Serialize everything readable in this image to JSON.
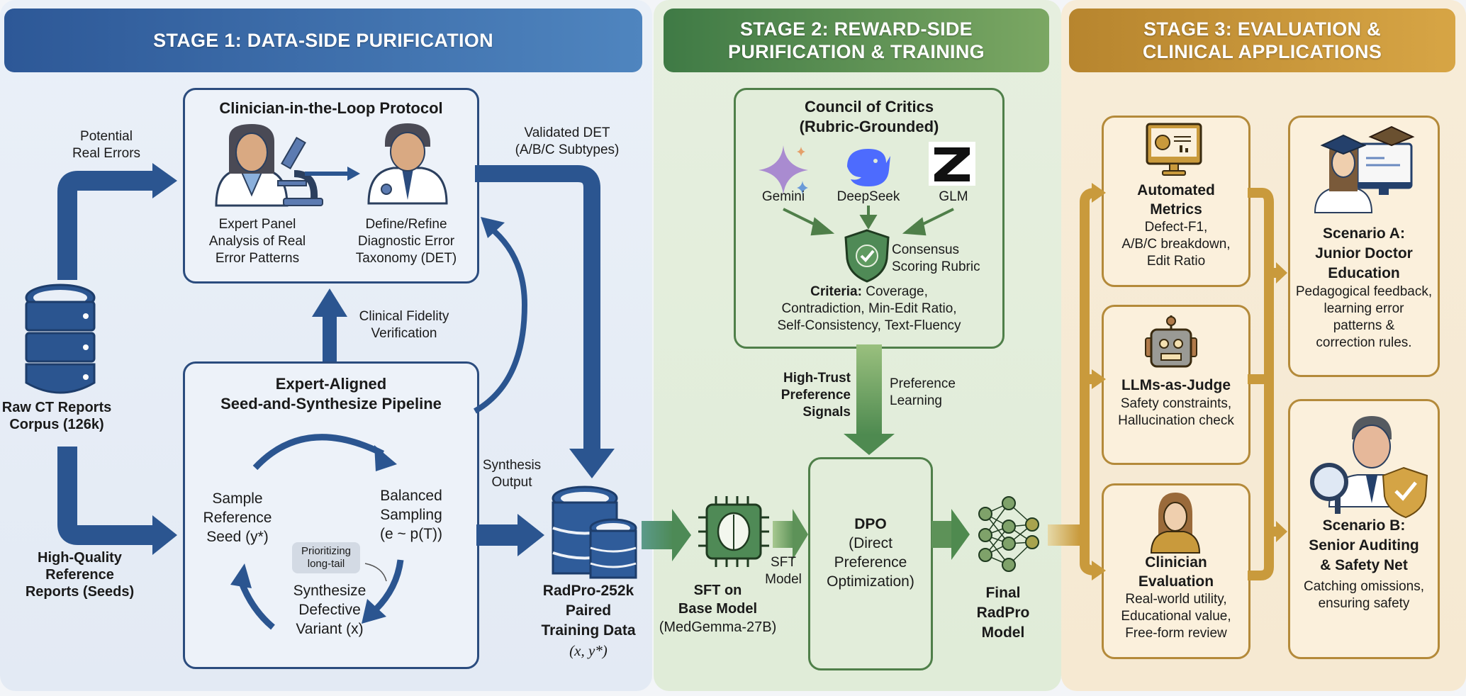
{
  "stage1": {
    "banner": "STAGE 1: DATA-SIDE PURIFICATION",
    "potential_errors": [
      "Potential",
      "Real Errors"
    ],
    "raw_corpus": [
      "Raw CT Reports",
      "Corpus (126k)"
    ],
    "hq_reports": [
      "High-Quality",
      "Reference",
      "Reports (Seeds)"
    ],
    "clinician_loop": {
      "title": "Clinician-in-the-Loop Protocol",
      "expert_panel": [
        "Expert Panel",
        "Analysis of Real",
        "Error Patterns"
      ],
      "define_refine": [
        "Define/Refine",
        "Diagnostic Error",
        "Taxonomy (DET)"
      ]
    },
    "clinical_fidelity": [
      "Clinical Fidelity",
      "Verification"
    ],
    "validated_det": [
      "Validated DET",
      "(A/B/C Subtypes)"
    ],
    "pipeline": {
      "title": [
        "Expert-Aligned",
        "Seed-and-Synthesize Pipeline"
      ],
      "sample_seed": [
        "Sample",
        "Reference",
        "Seed (y*)"
      ],
      "balanced": [
        "Balanced",
        "Sampling",
        "(e ~ p(T))"
      ],
      "prioritizing": [
        "Prioritizing",
        "long-tail"
      ],
      "synthesize": [
        "Synthesize",
        "Defective",
        "Variant (x)"
      ]
    },
    "synthesis_output": [
      "Synthesis",
      "Output"
    ],
    "radpro_data": [
      "RadPro-252k",
      "Paired",
      "Training Data",
      "(x, y*)"
    ]
  },
  "stage2": {
    "banner": [
      "STAGE 2: REWARD-SIDE",
      "PURIFICATION & TRAINING"
    ],
    "council": {
      "title": [
        "Council of Critics",
        "(Rubric-Grounded)"
      ],
      "critics": [
        "Gemini",
        "DeepSeek",
        "GLM"
      ],
      "consensus": [
        "Consensus",
        "Scoring Rubric"
      ],
      "criteria_label": "Criteria:",
      "criteria": [
        "Coverage,",
        "Contradiction, Min-Edit Ratio,",
        "Self-Consistency, Text-Fluency"
      ]
    },
    "high_trust": [
      "High-Trust",
      "Preference",
      "Signals"
    ],
    "preference_learning": [
      "Preference",
      "Learning"
    ],
    "sft": [
      "SFT on",
      "Base Model",
      "(MedGemma-27B)"
    ],
    "sft_model": [
      "SFT",
      "Model"
    ],
    "dpo": [
      "DPO",
      "(Direct",
      "Preference",
      "Optimization)"
    ],
    "final_model": [
      "Final",
      "RadPro",
      "Model"
    ]
  },
  "stage3": {
    "banner": [
      "STAGE 3: EVALUATION &",
      "CLINICAL APPLICATIONS"
    ],
    "automated": {
      "title": [
        "Automated",
        "Metrics"
      ],
      "desc": [
        "Defect-F1,",
        "A/B/C breakdown,",
        "Edit Ratio"
      ]
    },
    "llm_judge": {
      "title": "LLMs-as-Judge",
      "desc": [
        "Safety constraints,",
        "Hallucination check"
      ]
    },
    "clinician_eval": {
      "title": [
        "Clinician",
        "Evaluation"
      ],
      "desc": [
        "Real-world utility,",
        "Educational value,",
        "Free-form review"
      ]
    },
    "scenario_a": {
      "title": [
        "Scenario A:",
        "Junior Doctor",
        "Education"
      ],
      "desc": [
        "Pedagogical feedback,",
        "learning error",
        "patterns &",
        "correction rules."
      ]
    },
    "scenario_b": {
      "title": [
        "Scenario B:",
        "Senior Auditing",
        "& Safety Net"
      ],
      "desc": [
        "Catching omissions,",
        "ensuring safety"
      ]
    }
  },
  "colors": {
    "blue": "#2b5590",
    "green": "#4f8a4f",
    "gold": "#c99a3c"
  }
}
